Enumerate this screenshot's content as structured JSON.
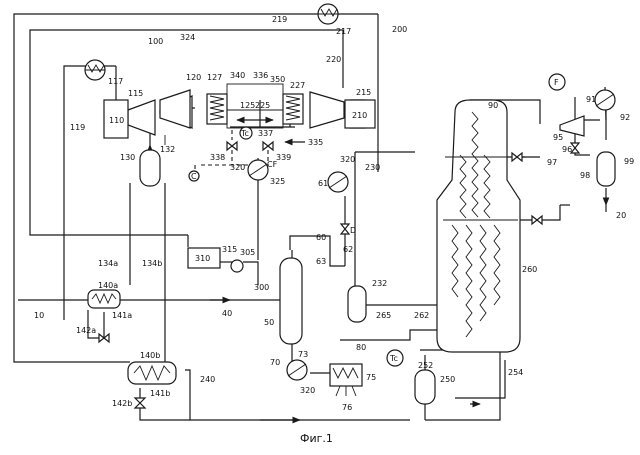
{
  "caption": "Фиг.1",
  "labels": {
    "n200": "200",
    "n219": "219",
    "n217": "217",
    "n324": "324",
    "n100": "100",
    "n117": "117",
    "n119": "119",
    "n115": "115",
    "n110": "110",
    "n120": "120",
    "n127": "127",
    "n340": "340",
    "n336": "336",
    "n350": "350",
    "n227": "227",
    "n220": "220",
    "n215": "215",
    "n210": "210",
    "n125": "125",
    "n225": "225",
    "nTc1": "Tc",
    "n337": "337",
    "n335": "335",
    "n338": "338",
    "n339": "339",
    "nC": "C",
    "n130": "130",
    "n132": "132",
    "n230": "230",
    "n320a": "320",
    "nCF": "CF",
    "n325": "325",
    "n61": "61",
    "n320b": "320",
    "nD": "D",
    "n62": "62",
    "n63": "63",
    "n60": "60",
    "n305": "305",
    "n315": "315",
    "n310": "310",
    "n300": "300",
    "n134a": "134a",
    "n134b": "134b",
    "n140a": "140a",
    "n141a": "141a",
    "n142a": "142a",
    "n10": "10",
    "n40": "40",
    "n50": "50",
    "n232": "232",
    "n265": "265",
    "n262": "262",
    "n260": "260",
    "nF": "F",
    "n90": "90",
    "n91": "91",
    "n92": "92",
    "n95": "95",
    "n96": "96",
    "n97": "97",
    "n98": "98",
    "n99": "99",
    "n20": "20",
    "n80": "80",
    "nTc2": "Tc",
    "n70": "70",
    "n73": "73",
    "n75": "75",
    "n76": "76",
    "n320c": "320",
    "n140b": "140b",
    "n141b": "141b",
    "n142b": "142b",
    "n240": "240",
    "n252": "252",
    "n250": "250",
    "n254": "254"
  }
}
